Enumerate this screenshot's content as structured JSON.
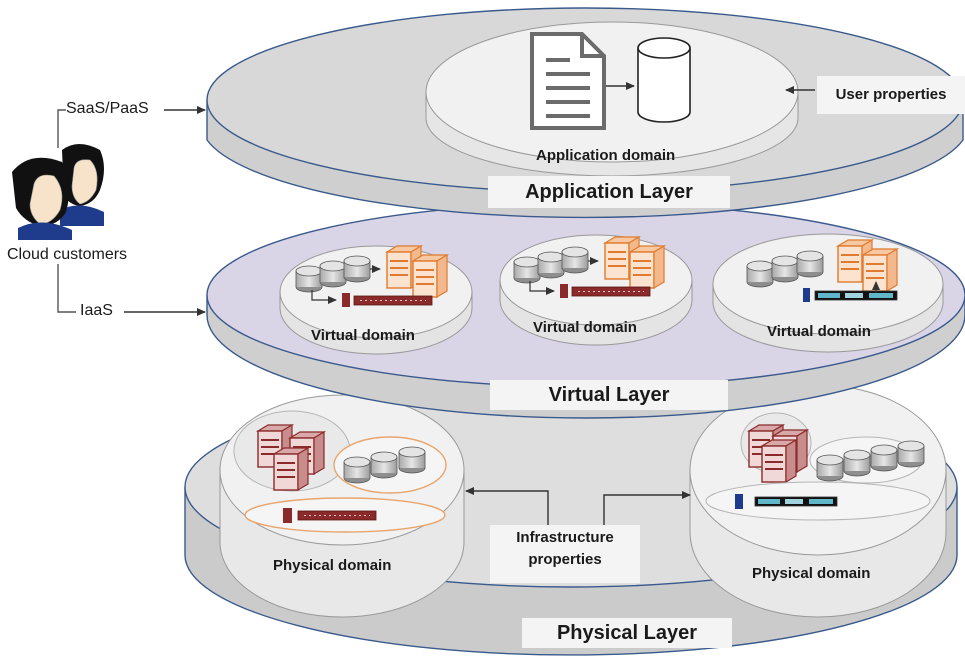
{
  "customers": {
    "label": "Cloud customers",
    "saas_label": "SaaS/PaaS",
    "iaas_label": "IaaS"
  },
  "application_layer": {
    "title": "Application Layer",
    "domain_label": "Application domain",
    "user_properties_label": "User properties"
  },
  "virtual_layer": {
    "title": "Virtual Layer",
    "domains": [
      "Virtual domain",
      "Virtual domain",
      "Virtual domain"
    ]
  },
  "physical_layer": {
    "title": "Physical Layer",
    "domains": [
      "Physical domain",
      "Physical domain"
    ],
    "infrastructure_label_line1": "Infrastructure",
    "infrastructure_label_line2": "properties"
  },
  "colors": {
    "disk_fill": "#d8d8d8",
    "disk_edge": "#3a5a8c",
    "virtual_tint": "#d9d4e6",
    "server_orange": "#e07a2e",
    "server_red": "#8b2a2a",
    "switch_blue": "#1f3c8c"
  }
}
